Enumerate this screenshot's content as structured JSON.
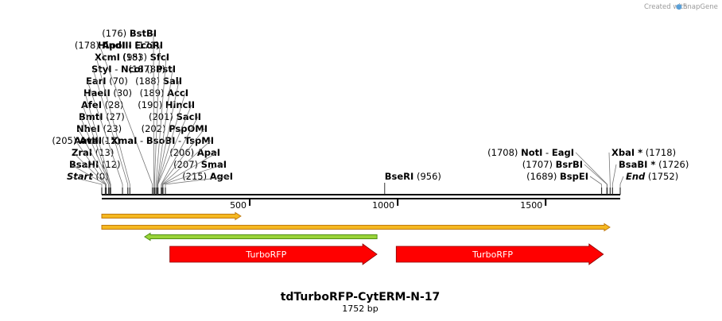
{
  "credit": {
    "prefix": "Created with",
    "brand": "SnapGene"
  },
  "map": {
    "name": "tdTurboRFP-CytERM-N-17",
    "length_label": "1752 bp",
    "length_bp": 1752
  },
  "ruler": {
    "ticks": [
      {
        "bp": 500,
        "label": "500"
      },
      {
        "bp": 1000,
        "label": "1000"
      },
      {
        "bp": 1500,
        "label": "1500"
      }
    ]
  },
  "sites_left": [
    {
      "bp": 0,
      "pos": "(0)",
      "parts": [
        "Start"
      ],
      "italic": true
    },
    {
      "bp": 12,
      "pos": "(12)",
      "parts": [
        "BsaHI"
      ]
    },
    {
      "bp": 13,
      "pos": "(13)",
      "parts": [
        "ZraI"
      ]
    },
    {
      "bp": 15,
      "pos": "(15)",
      "parts": [
        "AatII"
      ]
    },
    {
      "bp": 23,
      "pos": "(23)",
      "parts": [
        "NheI"
      ]
    },
    {
      "bp": 27,
      "pos": "(27)",
      "parts": [
        "BmtI"
      ]
    },
    {
      "bp": 28,
      "pos": "(28)",
      "parts": [
        "AfeI"
      ]
    },
    {
      "bp": 30,
      "pos": "(30)",
      "parts": [
        "HaeII"
      ]
    },
    {
      "bp": 70,
      "pos": "(70)",
      "parts": [
        "EarI"
      ]
    },
    {
      "bp": 88,
      "pos": "(88)",
      "parts": [
        "StyI",
        "NcoI"
      ]
    },
    {
      "bp": 95,
      "pos": "(95)",
      "parts": [
        "XcmI"
      ]
    },
    {
      "bp": 171,
      "pos": "(171)",
      "parts": [
        "HindIII"
      ]
    }
  ],
  "sites_right": [
    {
      "bp": 215,
      "pos": "(215)",
      "parts": [
        "AgeI"
      ]
    },
    {
      "bp": 207,
      "pos": "(207)",
      "parts": [
        "SmaI"
      ]
    },
    {
      "bp": 206,
      "pos": "(206)",
      "parts": [
        "ApaI"
      ]
    },
    {
      "bp": 205,
      "pos": "(205)",
      "parts": [
        "AvaI",
        "XmaI",
        "BsoBI",
        "TspMI"
      ]
    },
    {
      "bp": 202,
      "pos": "(202)",
      "parts": [
        "PspOMI"
      ]
    },
    {
      "bp": 201,
      "pos": "(201)",
      "parts": [
        "SacII"
      ]
    },
    {
      "bp": 190,
      "pos": "(190)",
      "parts": [
        "HincII"
      ]
    },
    {
      "bp": 189,
      "pos": "(189)",
      "parts": [
        "AccI"
      ]
    },
    {
      "bp": 188,
      "pos": "(188)",
      "parts": [
        "SalI"
      ]
    },
    {
      "bp": 187,
      "pos": "(187)",
      "parts": [
        "PstI"
      ]
    },
    {
      "bp": 183,
      "pos": "(183)",
      "parts": [
        "SfcI"
      ]
    },
    {
      "bp": 178,
      "pos": "(178)",
      "parts": [
        "ApoI",
        "EcoRI"
      ]
    },
    {
      "bp": 176,
      "pos": "(176)",
      "parts": [
        "BstBI"
      ]
    }
  ],
  "sites_mid": [
    {
      "bp": 956,
      "pos": "(956)",
      "parts": [
        "BseRI"
      ]
    }
  ],
  "sites_end_left": [
    {
      "bp": 1689,
      "pos": "(1689)",
      "parts": [
        "BspEI"
      ]
    },
    {
      "bp": 1707,
      "pos": "(1707)",
      "parts": [
        "BsrBI"
      ]
    },
    {
      "bp": 1708,
      "pos": "(1708)",
      "parts": [
        "NotI",
        "EagI"
      ]
    }
  ],
  "sites_end_right": [
    {
      "bp": 1752,
      "pos": "(1752)",
      "parts": [
        "End"
      ],
      "italic": true
    },
    {
      "bp": 1726,
      "pos": "(1726)",
      "parts": [
        "BsaBI *"
      ]
    },
    {
      "bp": 1718,
      "pos": "(1718)",
      "parts": [
        "XbaI *"
      ]
    }
  ],
  "features": [
    {
      "type": "thin",
      "direction": "right",
      "start": 0,
      "end": 470,
      "fill": "#f5b820",
      "border": "#c07a10"
    },
    {
      "type": "thin",
      "direction": "right",
      "start": 0,
      "end": 1717,
      "fill": "#f5b820",
      "border": "#c07a10"
    },
    {
      "type": "thin",
      "direction": "left",
      "start": 145,
      "end": 930,
      "fill": "#9ad43a",
      "border": "#4f8e12"
    },
    {
      "type": "thick",
      "direction": "right",
      "start": 230,
      "end": 930,
      "label": "TurboRFP",
      "fill": "#ff0000"
    },
    {
      "type": "thick",
      "direction": "right",
      "start": 995,
      "end": 1695,
      "label": "TurboRFP",
      "fill": "#ff0000"
    }
  ]
}
